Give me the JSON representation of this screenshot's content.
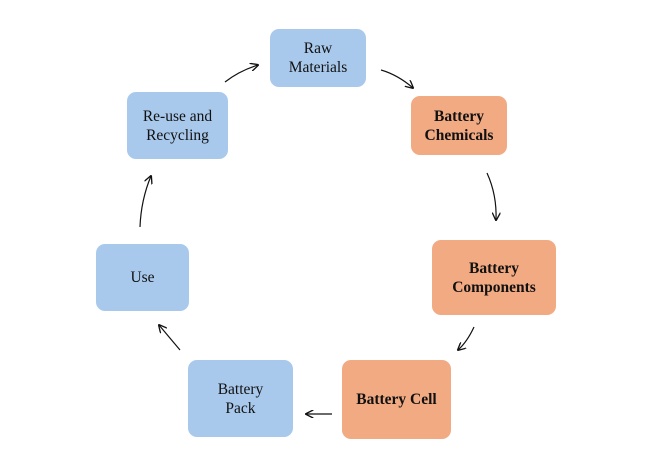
{
  "diagram": {
    "nodes": {
      "raw_materials": {
        "label": "Raw\nMaterials",
        "color": "#a9c9ec"
      },
      "battery_chemicals": {
        "label": "Battery\nChemicals",
        "color": "#f2aa82"
      },
      "battery_components": {
        "label": "Battery\nComponents",
        "color": "#f2aa82"
      },
      "battery_cell": {
        "label": "Battery Cell",
        "color": "#f2aa82"
      },
      "battery_pack": {
        "label": "Battery\nPack",
        "color": "#a9c9ec"
      },
      "use": {
        "label": "Use",
        "color": "#a9c9ec"
      },
      "reuse_recycling": {
        "label": "Re-use and\nRecycling",
        "color": "#a9c9ec"
      }
    },
    "edges": [
      {
        "from": "raw_materials",
        "to": "battery_chemicals"
      },
      {
        "from": "battery_chemicals",
        "to": "battery_components"
      },
      {
        "from": "battery_components",
        "to": "battery_cell"
      },
      {
        "from": "battery_cell",
        "to": "battery_pack"
      },
      {
        "from": "battery_pack",
        "to": "use"
      },
      {
        "from": "use",
        "to": "reuse_recycling"
      },
      {
        "from": "reuse_recycling",
        "to": "raw_materials"
      }
    ]
  }
}
